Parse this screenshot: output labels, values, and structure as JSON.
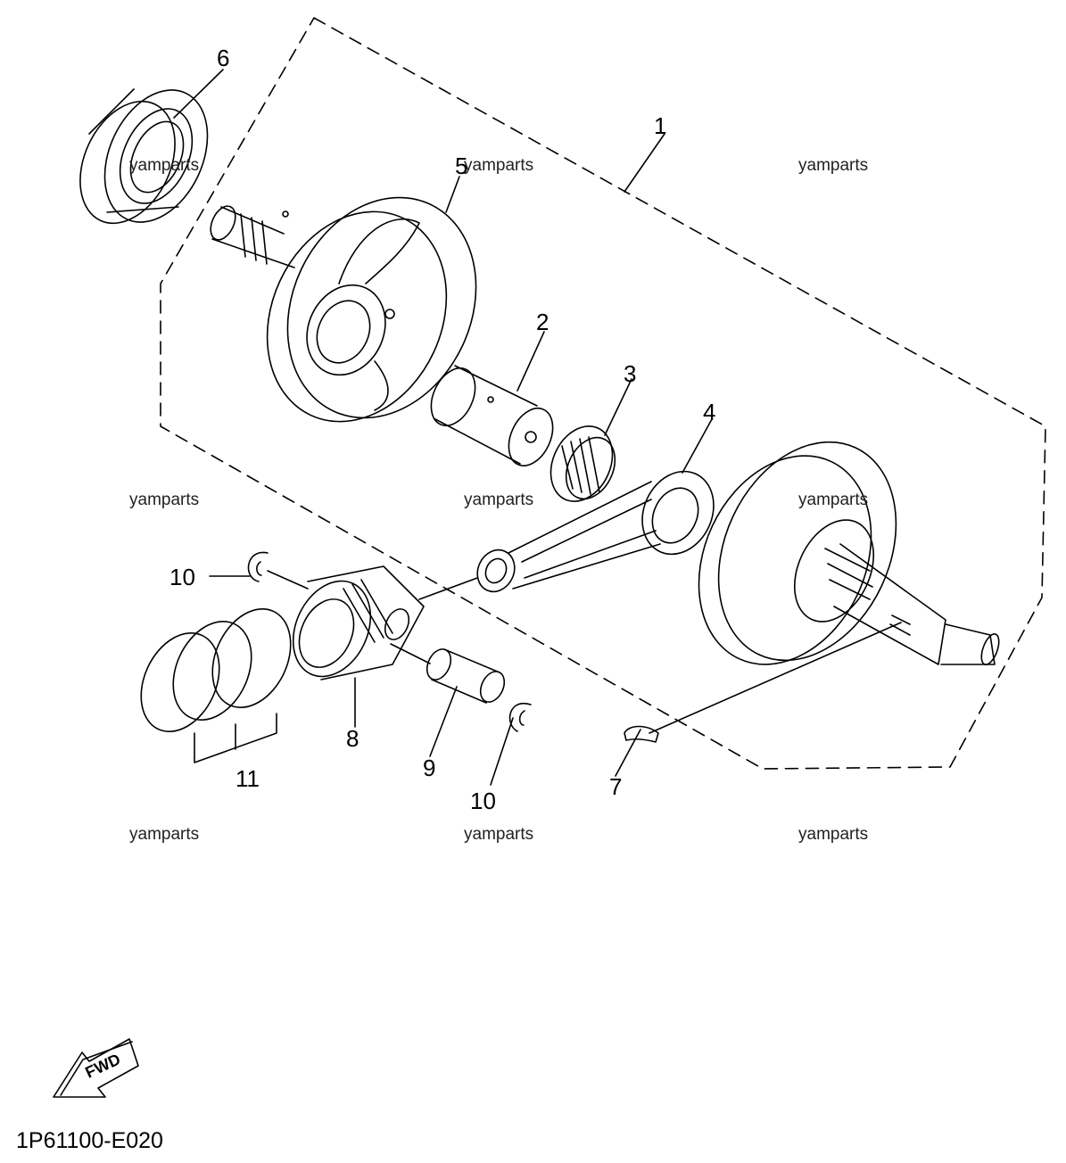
{
  "diagram": {
    "part_code": "1P61100-E020",
    "fwd_label": "FWD",
    "watermark": "yamparts",
    "callouts": {
      "c1": "1",
      "c2": "2",
      "c3": "3",
      "c4": "4",
      "c5": "5",
      "c6": "6",
      "c7": "7",
      "c8": "8",
      "c9": "9",
      "c10a": "10",
      "c10b": "10",
      "c11": "11"
    }
  },
  "colors": {
    "line": "#000000",
    "background": "#ffffff",
    "watermark": "#222222"
  }
}
